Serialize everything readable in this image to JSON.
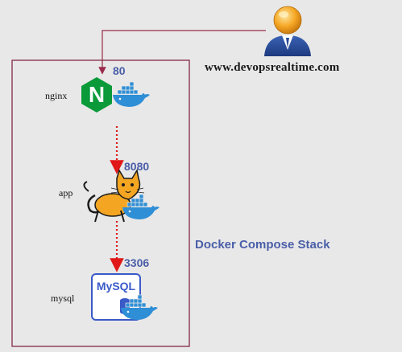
{
  "site_url": "www.devopsrealtime.com",
  "stack_label": "Docker Compose Stack",
  "services": [
    {
      "name": "nginx",
      "port": "80",
      "logo_text": "N"
    },
    {
      "name": "app",
      "port": "8080"
    },
    {
      "name": "mysql",
      "port": "3306",
      "logo_text": "MySQL"
    }
  ],
  "colors": {
    "background": "#e8e8e8",
    "stack_border": "#7a1a3a",
    "user_line": "#9a2a4a",
    "dotted_arrow": "#e01818",
    "port_text": "#4a5ea8",
    "nginx_green": "#0a9a3a",
    "docker_blue": "#2f8fd6",
    "mysql_blue": "#3a5ac8"
  },
  "icons": [
    "user-icon",
    "nginx-logo-icon",
    "tomcat-logo-icon",
    "mysql-logo-icon",
    "docker-whale-icon"
  ]
}
